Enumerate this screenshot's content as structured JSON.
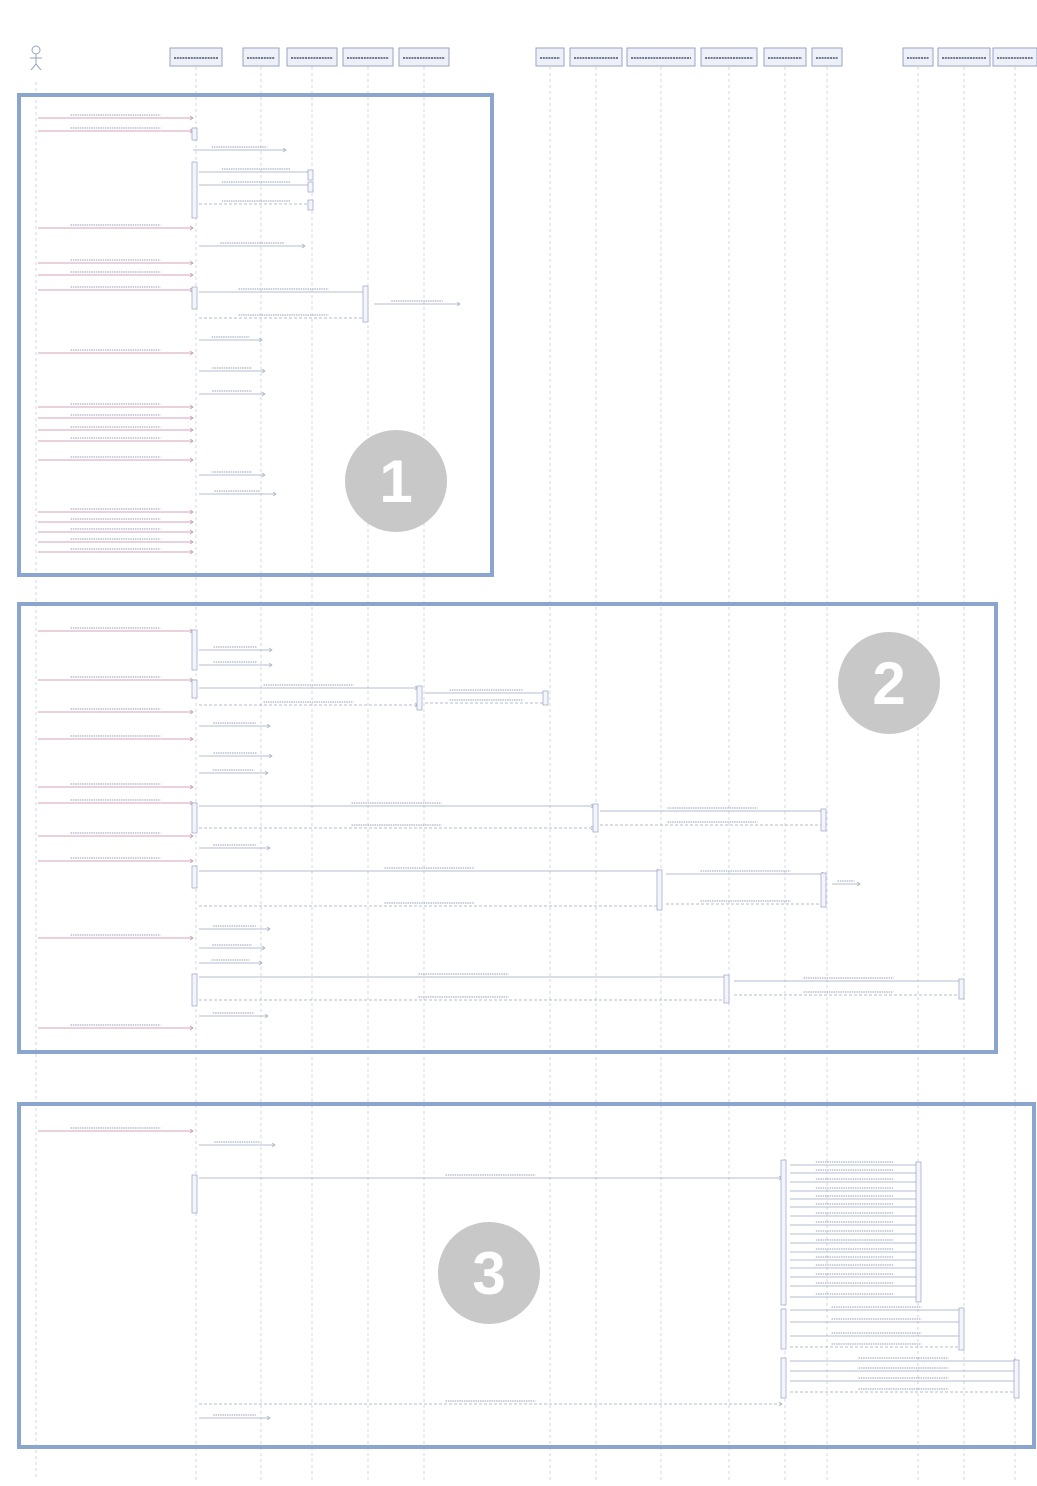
{
  "title": "",
  "actor_label": "",
  "participants": [
    "",
    "",
    "",
    "",
    "",
    "",
    "",
    "",
    "",
    "",
    "",
    "",
    "",
    ""
  ],
  "sections": [
    {
      "number": "1"
    },
    {
      "number": "2"
    },
    {
      "number": "3"
    }
  ],
  "colors": {
    "frame": "#8aa6cf",
    "badge": "#c8c8c8",
    "lifeline": "#c6cde4",
    "message": "#9da7c2",
    "participant_border": "#9aa3c6",
    "participant_fill": "#eef0f8",
    "actor_message": "#c784a8"
  }
}
